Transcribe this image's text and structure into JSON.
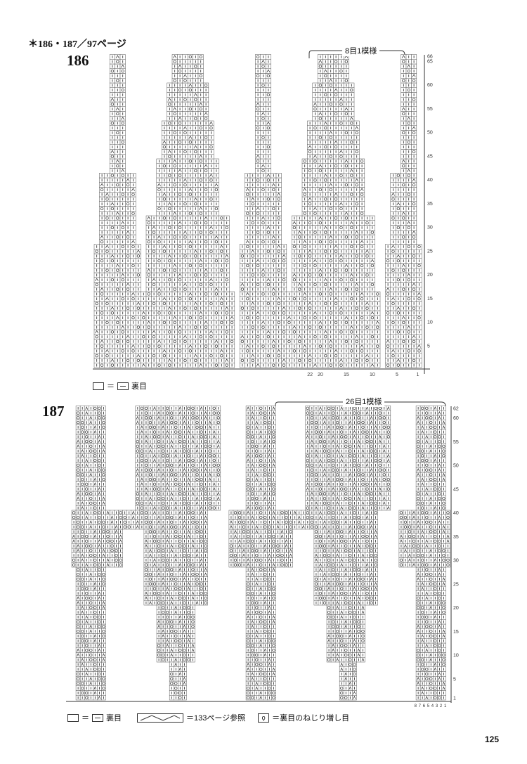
{
  "header": {
    "reference": "＊186・187／97ページ"
  },
  "chart186": {
    "number": "186",
    "repeat_label": "8目1模様",
    "row_labels": [
      "5",
      "10",
      "15",
      "20",
      "25",
      "30",
      "35",
      "40",
      "45",
      "50",
      "55",
      "60",
      "65",
      "66"
    ],
    "col_labels": [
      "1",
      "5",
      "10",
      "15",
      "20",
      "22"
    ],
    "legend": {
      "eq": "＝",
      "purl": "裏目"
    }
  },
  "chart187": {
    "number": "187",
    "repeat_label": "26目1模様",
    "row_labels": [
      "1",
      "5",
      "10",
      "15",
      "20",
      "25",
      "30",
      "35",
      "40",
      "45",
      "50",
      "55",
      "60",
      "62"
    ],
    "col_labels": [
      "1",
      "2",
      "3",
      "4",
      "5",
      "6",
      "7",
      "8"
    ],
    "legend": {
      "eq1": "＝",
      "purl": "裏目",
      "cable_ref": "＝133ページ参照",
      "twist": "＝裏目のねじり増し目"
    }
  },
  "footer": {
    "page_number": "125"
  }
}
